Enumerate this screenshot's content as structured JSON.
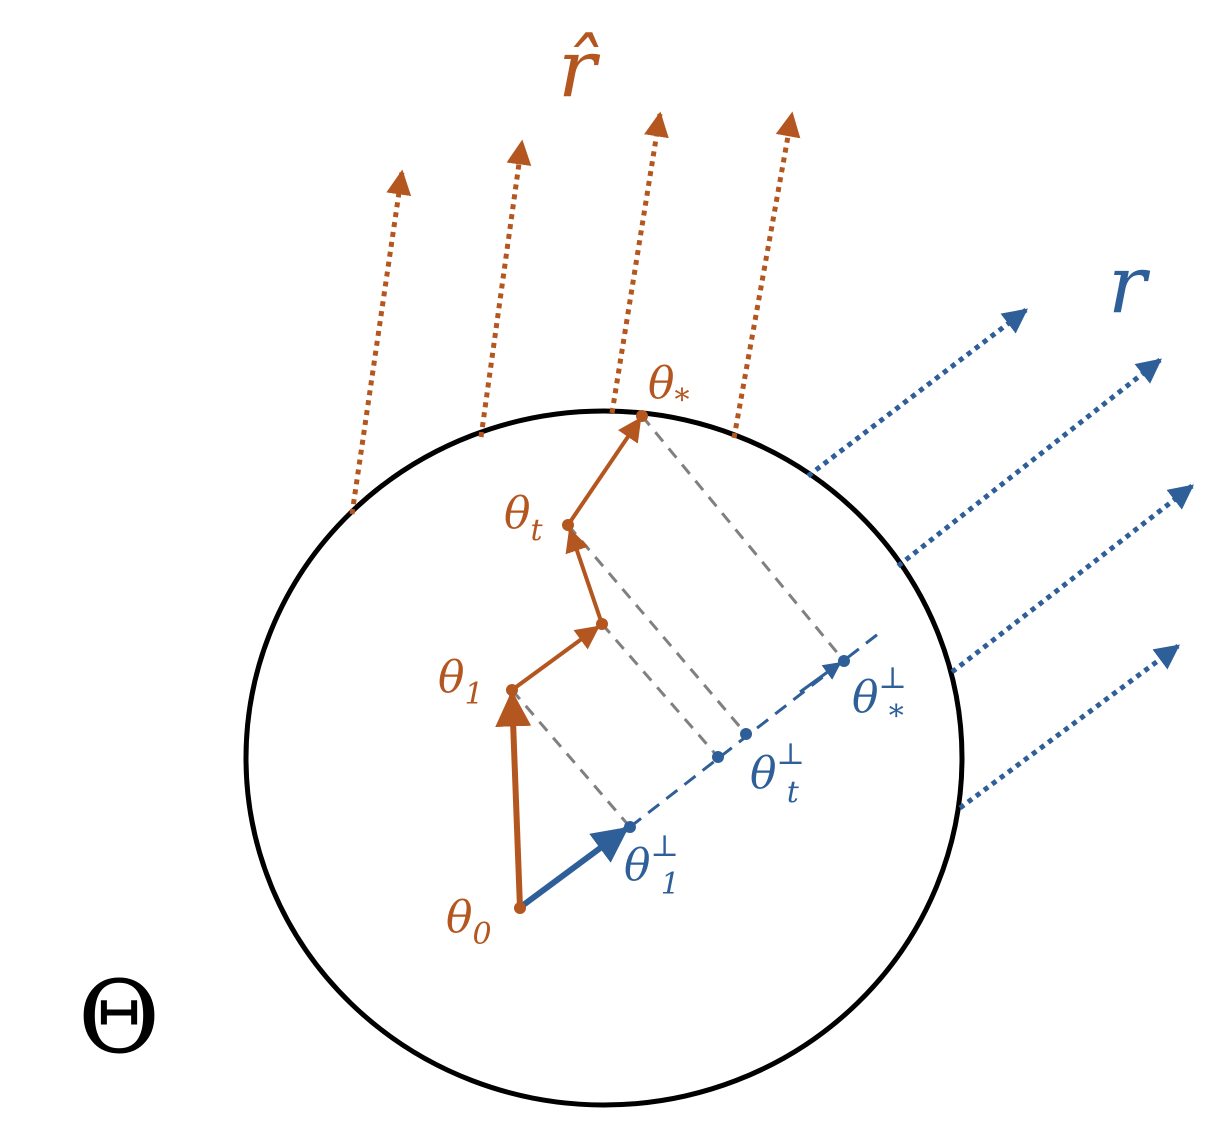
{
  "colors": {
    "estimate": "#b4561f",
    "true": "#2e5f99",
    "projection": "#808080",
    "circle": "#000000"
  },
  "labels": {
    "r_hat": "r̂",
    "r": "r",
    "space": "Θ",
    "theta0": {
      "base": "θ",
      "sub": "0"
    },
    "theta1": {
      "base": "θ",
      "sub": "1"
    },
    "thetat": {
      "base": "θ",
      "sub": "t"
    },
    "thetastar": {
      "base": "θ",
      "sub": "*"
    },
    "theta1perp": {
      "base": "θ",
      "sub": "1",
      "sup": "⊥"
    },
    "thetatperp": {
      "base": "θ",
      "sub": "t",
      "sup": "⊥"
    },
    "thetastarperp": {
      "base": "θ",
      "sub": "*",
      "sup": "⊥"
    }
  }
}
